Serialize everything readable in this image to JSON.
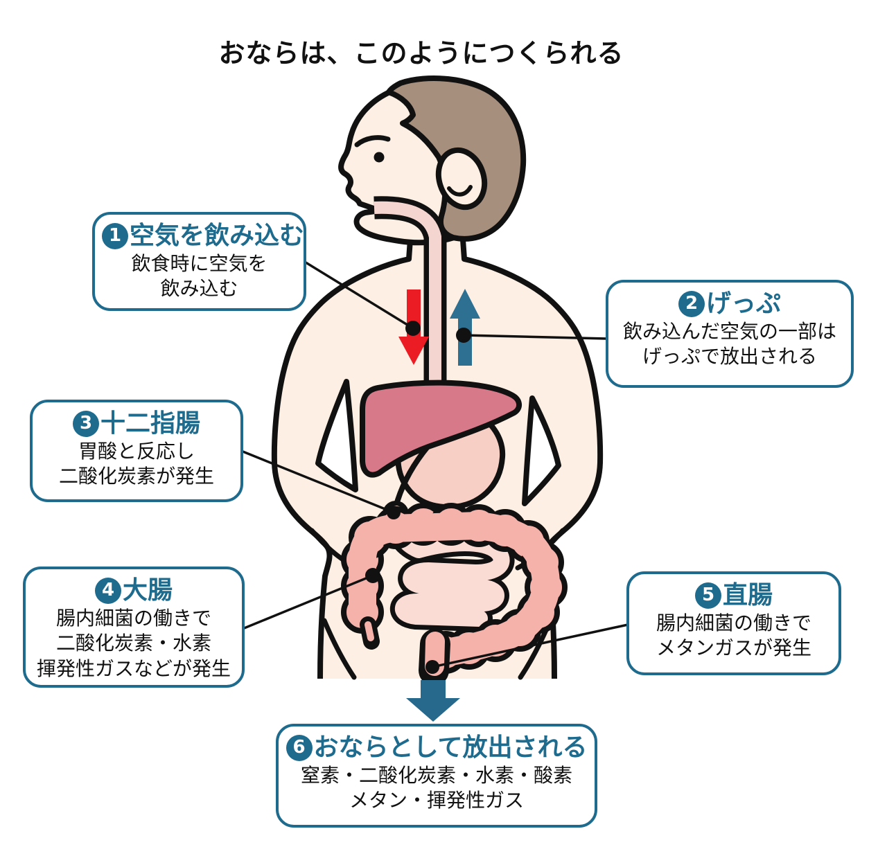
{
  "title": "おならは、このようにつくられる",
  "colors": {
    "accent_teal": "#1e6b8e",
    "outline_black": "#111111",
    "skin": "#fdefe3",
    "hair": "#a78f7e",
    "liver": "#d8798a",
    "stomach": "#f7cfc5",
    "esophagus": "#f5d5cf",
    "large_intestine": "#f5b2ab",
    "small_intestine": "#fbdcd4",
    "swallow_arrow_red": "#eb1c23",
    "burp_arrow_blue": "#2e7092",
    "fart_arrow_teal": "#26698c"
  },
  "callouts": [
    {
      "number": "1",
      "heading": "空気を飲み込む",
      "line1": "飲食時に空気を",
      "line2": "飲み込む"
    },
    {
      "number": "2",
      "heading": "げっぷ",
      "line1": "飲み込んだ空気の一部は",
      "line2": "げっぷで放出される"
    },
    {
      "number": "3",
      "heading": "十二指腸",
      "line1": "胃酸と反応し",
      "line2": "二酸化炭素が発生"
    },
    {
      "number": "4",
      "heading": "大腸",
      "line1": "腸内細菌の働きで",
      "line2": "二酸化炭素・水素",
      "line3": "揮発性ガスなどが発生"
    },
    {
      "number": "5",
      "heading": "直腸",
      "line1": "腸内細菌の働きで",
      "line2": "メタンガスが発生"
    },
    {
      "number": "6",
      "heading": "おならとして放出される",
      "line1": "窒素・二酸化炭素・水素・酸素",
      "line2": "メタン・揮発性ガス"
    }
  ],
  "figure": {
    "subject": "横向きの人体と消化器官（食道・肝臓・胃・小腸・大腸・直腸）のイラスト",
    "icons": [
      "swallow-down-arrow-icon",
      "burp-up-arrow-icon",
      "fart-down-arrow-icon"
    ]
  }
}
